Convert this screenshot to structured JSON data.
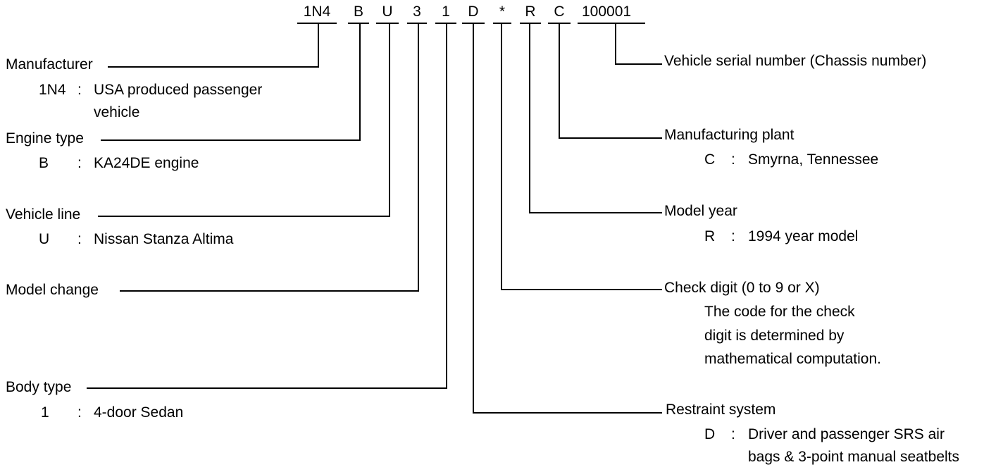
{
  "vin_codes": [
    "1N4",
    "B",
    "U",
    "3",
    "1",
    "D",
    "*",
    "R",
    "C",
    "100001"
  ],
  "fields": {
    "manufacturer": {
      "title": "Manufacturer",
      "code": "1N4",
      "sep": ":",
      "desc1": "USA produced passenger",
      "desc2": "vehicle"
    },
    "engine_type": {
      "title": "Engine type",
      "code": "B",
      "sep": ":",
      "desc": "KA24DE engine"
    },
    "vehicle_line": {
      "title": "Vehicle line",
      "code": "U",
      "sep": ":",
      "desc": "Nissan Stanza Altima"
    },
    "model_change": {
      "title": "Model change"
    },
    "body_type": {
      "title": "Body type",
      "code": "1",
      "sep": ":",
      "desc": "4-door Sedan"
    },
    "serial_number": {
      "title": "Vehicle serial number (Chassis number)"
    },
    "manufacturing_plant": {
      "title": "Manufacturing plant",
      "code": "C",
      "sep": ":",
      "desc": "Smyrna, Tennessee"
    },
    "model_year": {
      "title": "Model year",
      "code": "R",
      "sep": ":",
      "desc": "1994 year model"
    },
    "check_digit": {
      "title": "Check digit (0 to 9 or X)",
      "desc1": "The code for the check",
      "desc2": "digit is determined by",
      "desc3": "mathematical computation."
    },
    "restraint_system": {
      "title": "Restraint system",
      "code": "D",
      "sep": ":",
      "desc1": "Driver and passenger SRS air",
      "desc2": "bags & 3-point manual seatbelts"
    }
  }
}
